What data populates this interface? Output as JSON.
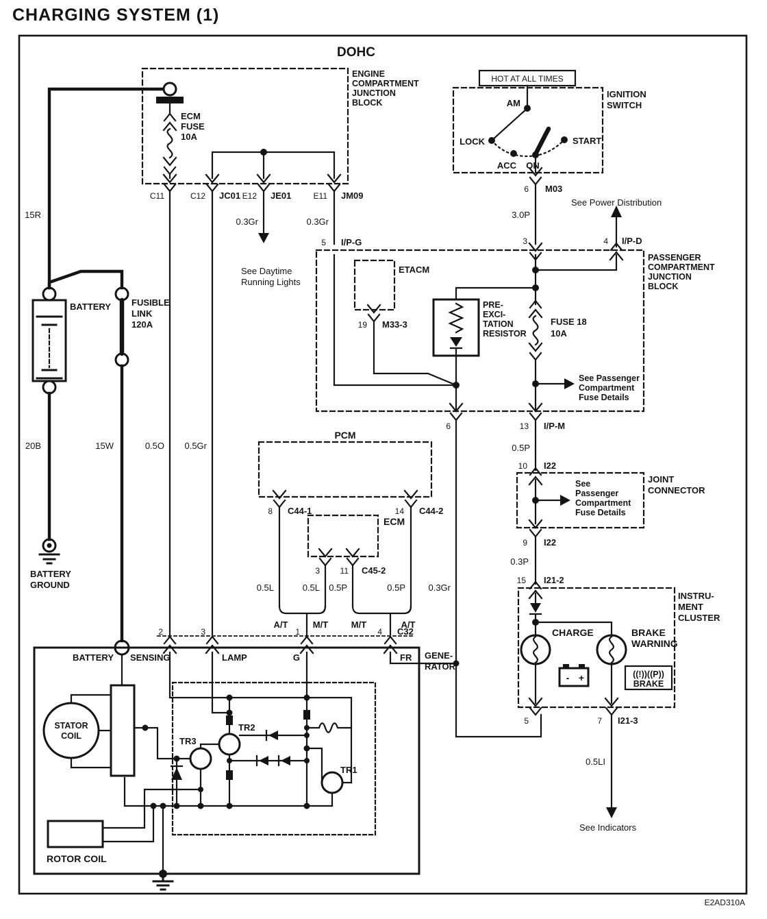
{
  "title": "CHARGING SYSTEM (1)",
  "engine": "DOHC",
  "code": "E2AD310A",
  "colors": {
    "ink": "#141414",
    "paper": "#ffffff"
  },
  "blocks": {
    "engine_junction": [
      "ENGINE",
      "COMPARTMENT",
      "JUNCTION",
      "BLOCK"
    ],
    "passenger_junction": [
      "PASSENGER",
      "COMPARTMENT",
      "JUNCTION",
      "BLOCK"
    ],
    "ignition": [
      "IGNITION",
      "SWITCH"
    ],
    "joint_connector": [
      "JOINT",
      "CONNECTOR"
    ],
    "instrument_cluster": [
      "INSTRU-",
      "MENT",
      "CLUSTER"
    ],
    "generator": [
      "GENE-",
      "RATOR"
    ],
    "pcm": "PCM",
    "ecm": "ECM",
    "etacm": "ETACM",
    "pre_excitation": [
      "PRE-",
      "EXCI-",
      "TATION",
      "RESISTOR"
    ]
  },
  "ignition": {
    "hot": "HOT AT ALL TIMES",
    "am": "AM",
    "lock": "LOCK",
    "acc": "ACC",
    "on": "ON",
    "start": "START"
  },
  "components": {
    "ecm_fuse": [
      "ECM",
      "FUSE",
      "10A"
    ],
    "fusible_link": [
      "FUSIBLE",
      "LINK",
      "120A"
    ],
    "fuse18": [
      "FUSE 18",
      "10A"
    ],
    "battery": "BATTERY",
    "battery_ground": [
      "BATTERY",
      "GROUND"
    ],
    "stator": [
      "STATOR",
      "COIL"
    ],
    "rotor": "ROTOR COIL",
    "tr1": "TR1",
    "tr2": "TR2",
    "tr3": "TR3",
    "charge": "CHARGE",
    "brake_warning": [
      "BRAKE",
      "WARNING"
    ],
    "brake_badge": {
      "symbols": "((!))((P))",
      "text": "BRAKE"
    },
    "battery_icon": {
      "minus": "-",
      "plus": "+"
    }
  },
  "terminals": {
    "battery": "BATTERY",
    "sensing": "SENSING",
    "lamp": "LAMP",
    "g": "G",
    "fr": "FR"
  },
  "connectors": {
    "c11": "C11",
    "c12": "C12",
    "jc01": "JC01",
    "e12": "E12",
    "je01": "JE01",
    "e11": "E11",
    "jm09": "JM09",
    "m03": {
      "pin": "6",
      "name": "M03"
    },
    "ign3": {
      "pin": "3"
    },
    "ipd": {
      "pin": "4",
      "name": "I/P-D"
    },
    "ipg": {
      "pin": "5",
      "name": "I/P-G"
    },
    "m33": {
      "pin": "19",
      "name": "M33-3"
    },
    "p6": {
      "pin": "6"
    },
    "ipm": {
      "pin": "13",
      "name": "I/P-M"
    },
    "i22a": {
      "pin": "10",
      "name": "I22"
    },
    "i22b": {
      "pin": "9",
      "name": "I22"
    },
    "i212": {
      "pin": "15",
      "name": "I21-2"
    },
    "cl5": {
      "pin": "5"
    },
    "i213": {
      "pin": "7",
      "name": "I21-3"
    },
    "c441": {
      "pin": "8",
      "name": "C44-1"
    },
    "c442": {
      "pin": "14",
      "name": "C44-2"
    },
    "c452a": {
      "pin": "3"
    },
    "c452b": {
      "pin": "11",
      "name": "C45-2"
    },
    "c32": {
      "pin": "4",
      "name": "C32"
    },
    "g1": {
      "pin": "1"
    },
    "g2": {
      "pin": "2"
    },
    "g3": {
      "pin": "3"
    }
  },
  "wires": {
    "b15r": "15R",
    "b20b": "20B",
    "b15w": "15W",
    "o05": "0.5O",
    "gr05": "0.5Gr",
    "gr03a": "0.3Gr",
    "gr03b": "0.3Gr",
    "gr03c": "0.3Gr",
    "p30": "3.0P",
    "p05a": "0.5P",
    "p05b": "0.5P",
    "p05c": "0.5P",
    "p03": "0.3P",
    "l05a": "0.5L",
    "l05b": "0.5L",
    "li05": "0.5LI"
  },
  "trans": {
    "at1": "A/T",
    "mt1": "M/T",
    "mt2": "M/T",
    "at2": "A/T"
  },
  "notes": {
    "daytime": [
      "See Daytime",
      "Running Lights"
    ],
    "power": "See Power Distribution",
    "fuse_note1": [
      "See Passenger",
      "Compartment",
      "Fuse Details"
    ],
    "fuse_note2": [
      "See",
      "Passenger",
      "Compartment",
      "Fuse Details"
    ],
    "indicators": "See Indicators"
  }
}
